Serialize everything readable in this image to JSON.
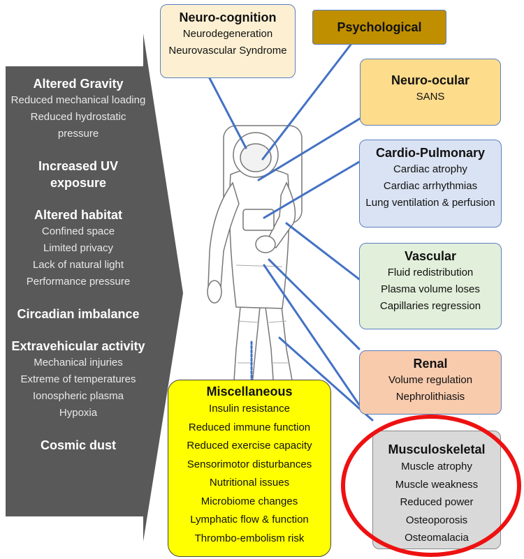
{
  "colors": {
    "arrow": "#595959",
    "neuro_cognition": "#fdf0d2",
    "psychological": "#bf8f00",
    "neuro_ocular": "#fddc8c",
    "cardio_pulmonary": "#dae3f3",
    "vascular": "#e2efda",
    "renal": "#f8cbad",
    "miscellaneous": "#ffff00",
    "musculoskeletal": "#d9d9d9",
    "connector": "#4472c4",
    "highlight": "#ee1111"
  },
  "factors": [
    {
      "title": "Altered Gravity",
      "items": [
        "Reduced mechanical loading",
        "Reduced hydrostatic pressure"
      ]
    },
    {
      "title": "Increased UV exposure",
      "items": []
    },
    {
      "title": "Altered habitat",
      "items": [
        "Confined space",
        "Limited privacy",
        "Lack of natural light",
        "Performance pressure"
      ]
    },
    {
      "title": "Circadian imbalance",
      "items": []
    },
    {
      "title": "Extravehicular activity",
      "items": [
        "Mechanical injuries",
        "Extreme of temperatures",
        "Ionospheric plasma",
        "Hypoxia"
      ]
    },
    {
      "title": "Cosmic dust",
      "items": []
    }
  ],
  "systems": {
    "neuro_cognition": {
      "title": "Neuro-cognition",
      "items": [
        "Neurodegeneration",
        "Neurovascular Syndrome"
      ]
    },
    "psychological": {
      "title": "Psychological",
      "items": []
    },
    "neuro_ocular": {
      "title": "Neuro-ocular",
      "items": [
        "SANS"
      ]
    },
    "cardio_pulmonary": {
      "title": "Cardio-Pulmonary",
      "items": [
        "Cardiac atrophy",
        "Cardiac arrhythmias",
        "Lung ventilation & perfusion"
      ]
    },
    "vascular": {
      "title": "Vascular",
      "items": [
        "Fluid redistribution",
        "Plasma volume loses",
        "Capillaries regression"
      ]
    },
    "renal": {
      "title": "Renal",
      "items": [
        "Volume regulation",
        "Nephrolithiasis"
      ]
    },
    "miscellaneous": {
      "title": "Miscellaneous",
      "items": [
        "Insulin resistance",
        "Reduced immune function",
        "Reduced exercise capacity",
        "Sensorimotor disturbances",
        "Nutritional issues",
        "Microbiome changes",
        "Lymphatic flow & function",
        "Thrombo-embolism risk"
      ]
    },
    "musculoskeletal": {
      "title": "Musculoskeletal",
      "items": [
        "Muscle atrophy",
        "Muscle weakness",
        "Reduced power",
        "Osteoporosis",
        "Osteomalacia"
      ]
    }
  }
}
